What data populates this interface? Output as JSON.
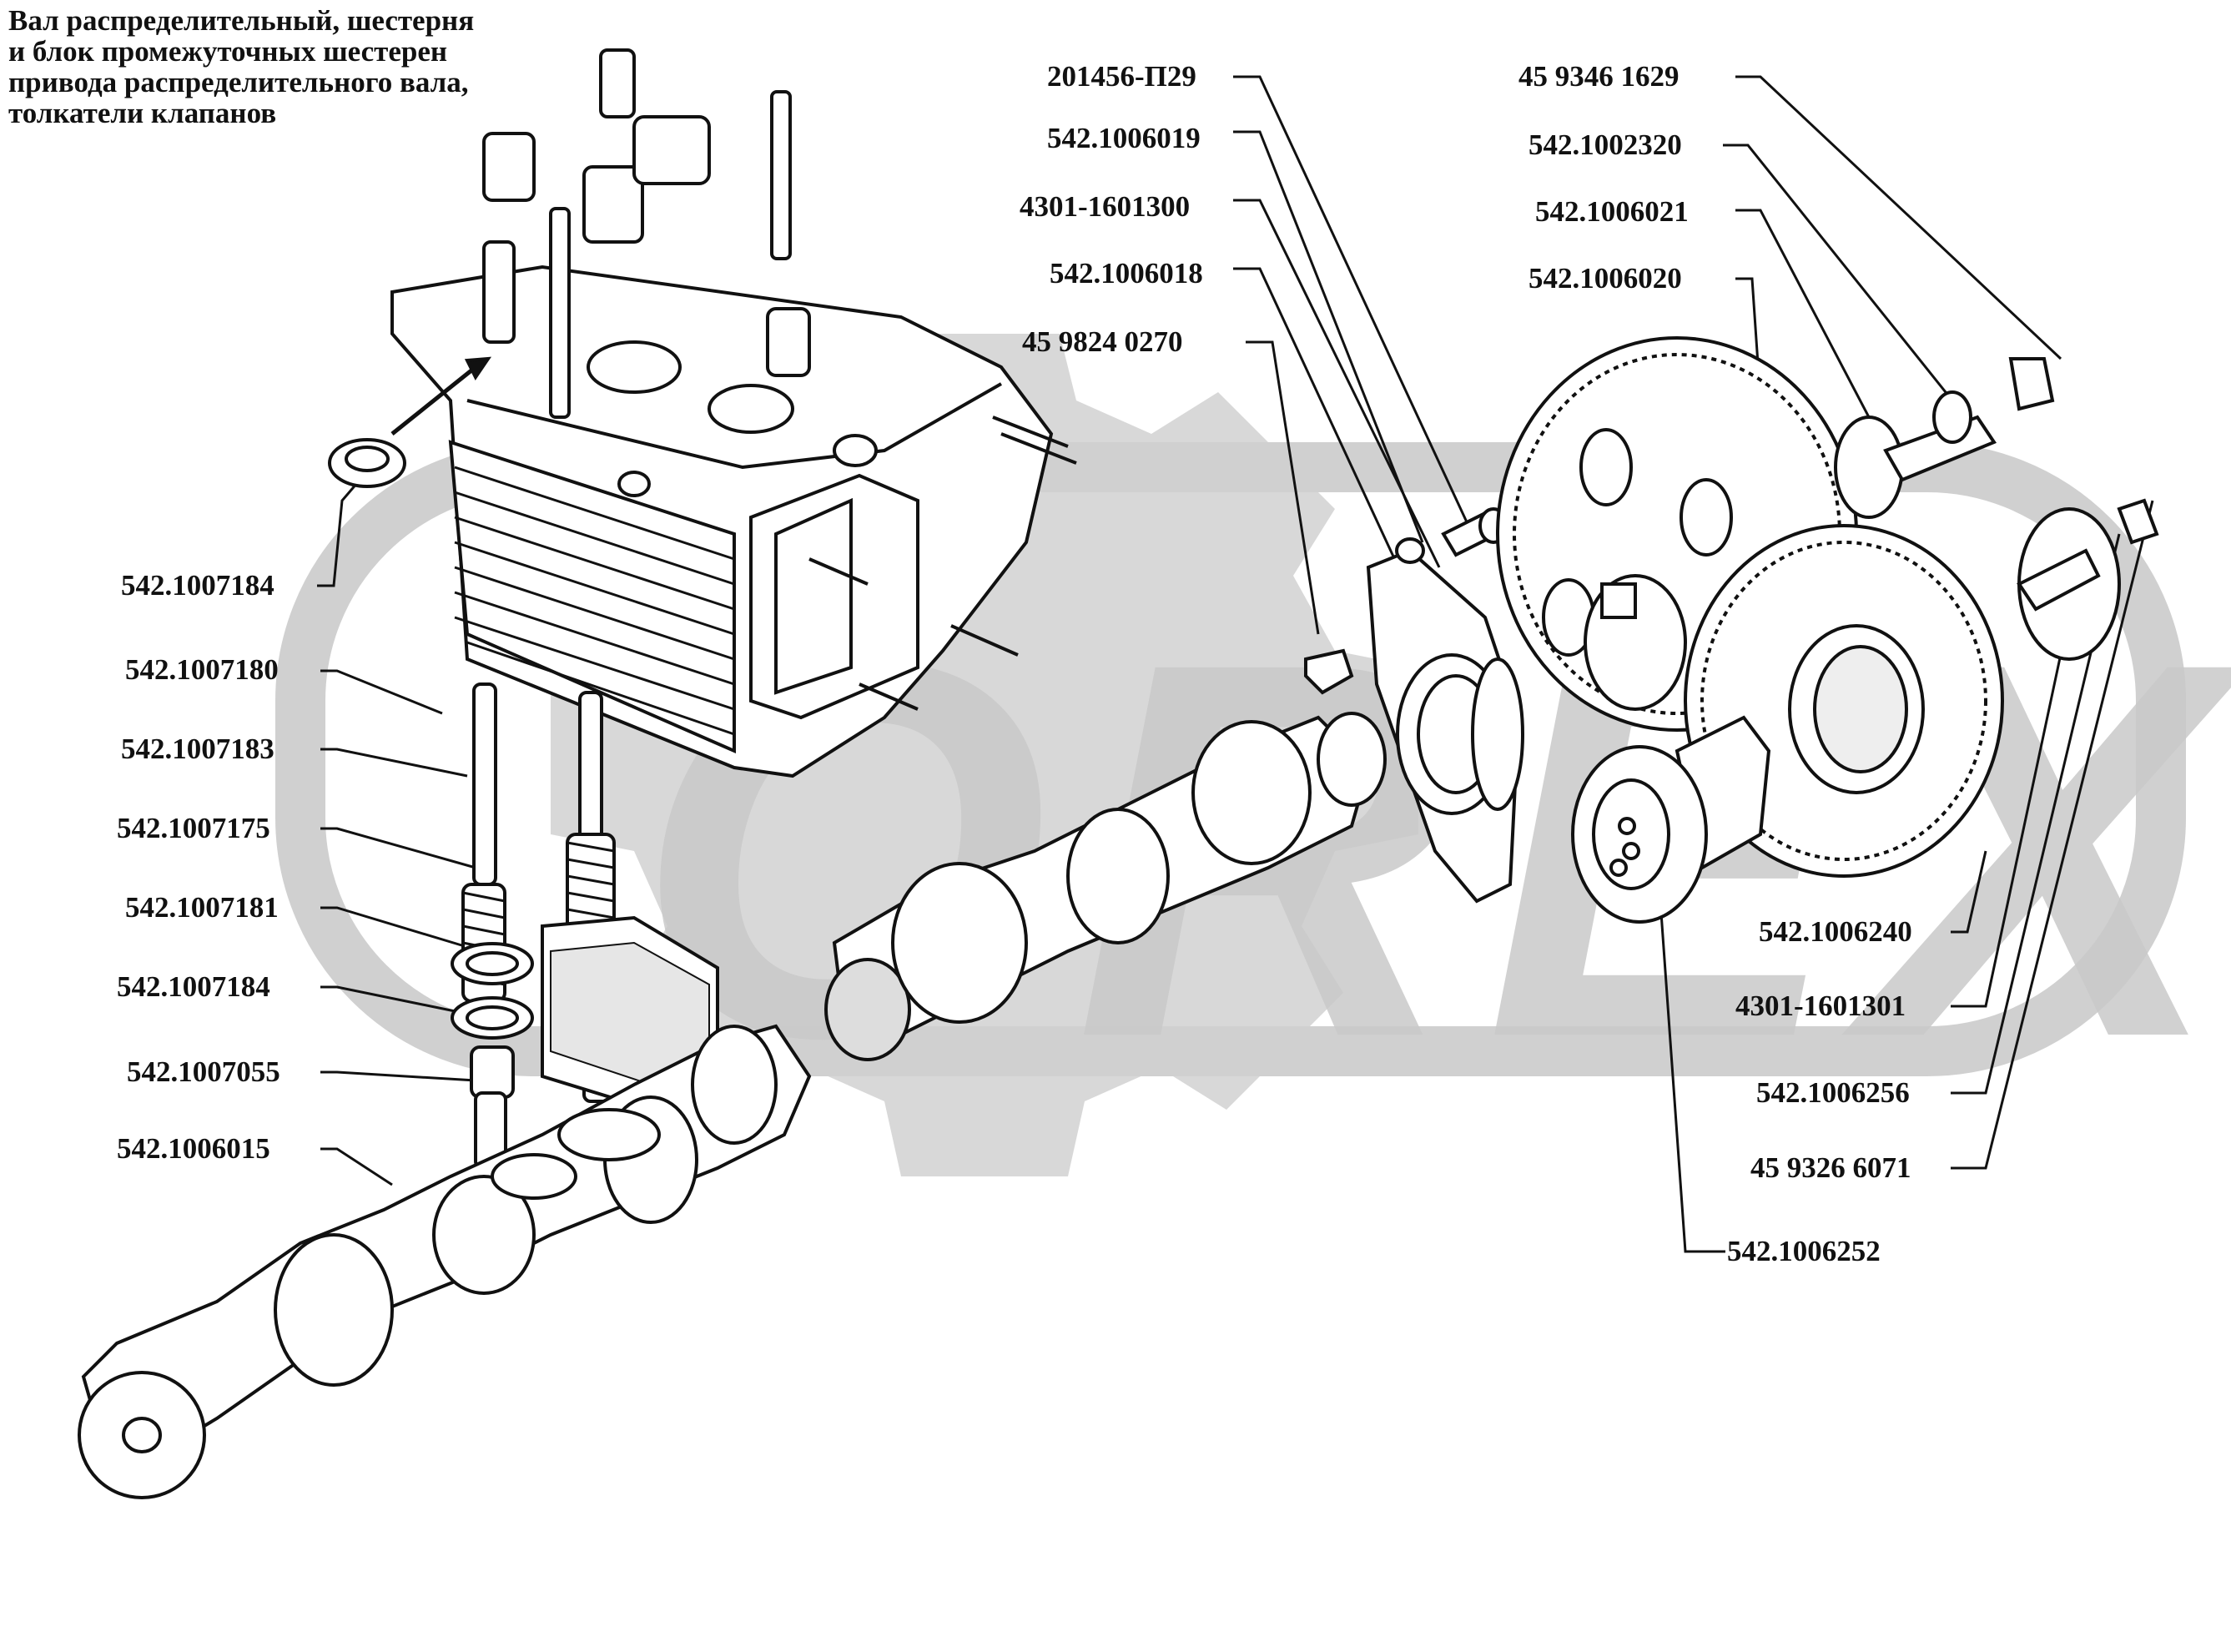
{
  "title_lines": [
    "Вал распределительный, шестерня",
    "и блок промежуточных шестерен",
    "привода распределительного вала,",
    "толкатели клапанов"
  ],
  "watermark": {
    "text": "OREX",
    "color": "#c9c9c9"
  },
  "labels": {
    "p201456_p29": "201456-П29",
    "p542_1006019": "542.1006019",
    "p4301_1601300": "4301-1601300",
    "p542_1006018": "542.1006018",
    "p45_9824_0270": "45  9824  0270",
    "p45_9346_1629": "45 9346 1629",
    "p542_1002320": "542.1002320",
    "p542_1006021": "542.1006021",
    "p542_1006020": "542.1006020",
    "p542_1007184_top": "542.1007184",
    "p542_1007180": "542.1007180",
    "p542_1007183": "542.1007183",
    "p542_1007175": "542.1007175",
    "p542_1007181": "542.1007181",
    "p542_1007184_bottom": "542.1007184",
    "p542_1007055": "542.1007055",
    "p542_1006015": "542.1006015",
    "p542_1006240": "542.1006240",
    "p4301_1601301": "4301-1601301",
    "p542_1006256": "542.1006256",
    "p45_9326_6071": "45 9326 6071",
    "p542_1006252": "542.1006252"
  },
  "colors": {
    "ink": "#111111",
    "watermark": "#c9c9c9",
    "background": "#ffffff"
  }
}
